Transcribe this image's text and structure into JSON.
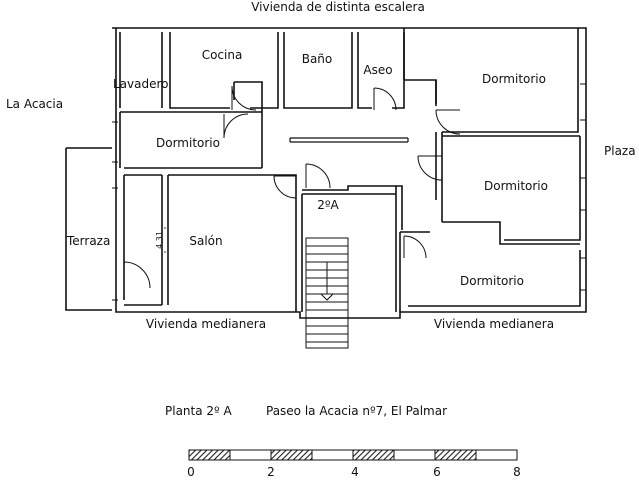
{
  "labels": {
    "top_neighbor": "Vivienda de distinta escalera",
    "left_street": "La Acacia",
    "right_street": "Plaza",
    "lavadero": "Lavadero",
    "cocina": "Cocina",
    "bano": "Baño",
    "aseo": "Aseo",
    "dormitorio_ne": "Dormitorio",
    "dormitorio_w": "Dormitorio",
    "dormitorio_e": "Dormitorio",
    "dormitorio_se": "Dormitorio",
    "landing": "2ºA",
    "terraza": "Terraza",
    "salon": "Salón",
    "dimension": "4,31",
    "medianera_left": "Vivienda medianera",
    "medianera_right": "Vivienda medianera",
    "caption_plan": "Planta 2º A",
    "caption_address": "Paseo la Acacia nº7, El Palmar"
  },
  "scale_bar": {
    "ticks": [
      "0",
      "2",
      "4",
      "6",
      "8"
    ]
  }
}
